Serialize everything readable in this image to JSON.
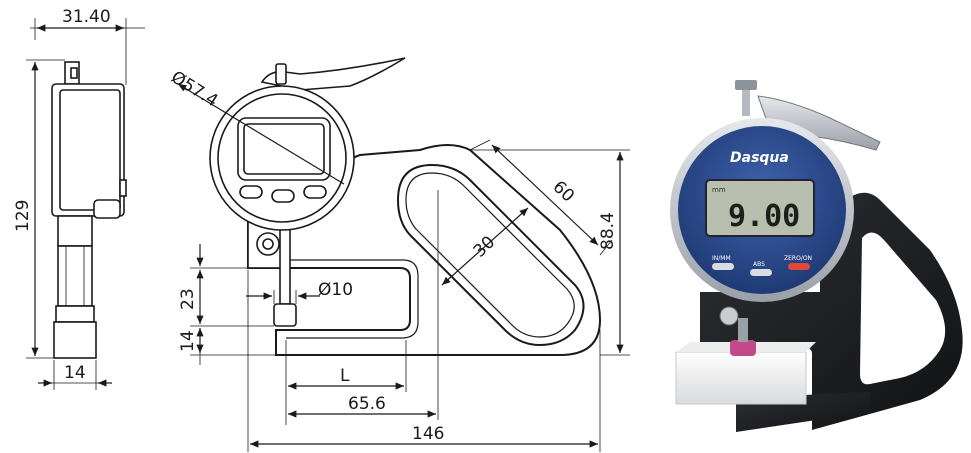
{
  "dimensions": {
    "width_top": "31.40",
    "height_side": "129",
    "depth_bottom": "14",
    "dial_diameter": "Ø57.4",
    "throat_diagonal": "60",
    "throat_width": "30",
    "frame_height": "88.4",
    "gap_upper": "23",
    "gap_lower": "14",
    "anvil_diameter": "Ø10",
    "length_L": "L",
    "length_inner": "65.6",
    "length_total": "146"
  },
  "product": {
    "brand": "Dasqua",
    "display_value": "9.00",
    "display_unit_tag": "mm",
    "buttons": [
      "IN/MM",
      "ABS",
      "ZERO/ON"
    ]
  },
  "colors": {
    "dial_blue": "#2b4a8c",
    "frame_black": "#1c1c1e",
    "lcd_grey": "#b9bfae",
    "zero_button": "#e2483a"
  }
}
